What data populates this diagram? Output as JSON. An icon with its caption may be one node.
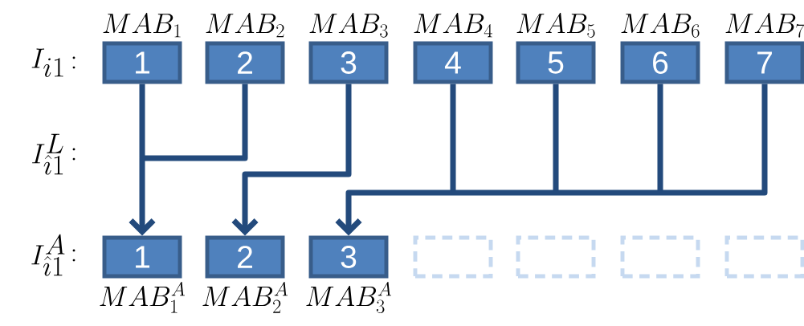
{
  "diagram": {
    "nodes": [
      {
        "text": [
          "1"
        ],
        "beside": [
          "MAB_{1}"
        ]
      },
      {
        "text": [
          "2"
        ],
        "beside": [
          "MAB_{2}"
        ]
      },
      {
        "text": [
          "3"
        ],
        "beside": [
          "MAB_{3}"
        ]
      },
      {
        "text": [
          "4"
        ],
        "beside": [
          "MAB_{4}"
        ]
      },
      {
        "text": [
          "5"
        ],
        "beside": [
          "MAB_{5}"
        ]
      },
      {
        "text": [
          "6"
        ],
        "beside": [
          "MAB_{6}"
        ]
      },
      {
        "text": [
          "7"
        ],
        "beside": [
          "MAB_{7}"
        ]
      },
      {
        "text": [
          "1"
        ],
        "beside": [
          "MAB_{1}^{A}"
        ]
      },
      {
        "text": [
          "2"
        ],
        "beside": [
          "MAB_{2}^{A}"
        ]
      },
      {
        "text": [
          "3"
        ],
        "beside": [
          "MAB_{3}^{A}"
        ]
      },
      {
        "text": [],
        "shape": "box"
      },
      {
        "text": [],
        "shape": "box"
      },
      {
        "text": [],
        "shape": "box"
      },
      {
        "text": [],
        "shape": "box"
      }
    ],
    "edges": [
      {
        "from": 0,
        "to": 7,
        "arrow": "to"
      },
      {
        "from": 1,
        "to": 7,
        "arrow": "to"
      },
      {
        "from": 2,
        "to": 8,
        "arrow": "to"
      },
      {
        "from": 3,
        "to": 9,
        "arrow": "to"
      },
      {
        "from": 4,
        "to": 9,
        "arrow": "to"
      },
      {
        "from": 5,
        "to": 9,
        "arrow": "to"
      },
      {
        "from": 6,
        "to": 9,
        "arrow": "to"
      }
    ],
    "labels": [
      "I_{i1}",
      ":",
      "I_{\\hat{\\imath}1}^{L}",
      ":",
      "I_{\\hat{\\imath}1}^{A}",
      ":"
    ]
  }
}
